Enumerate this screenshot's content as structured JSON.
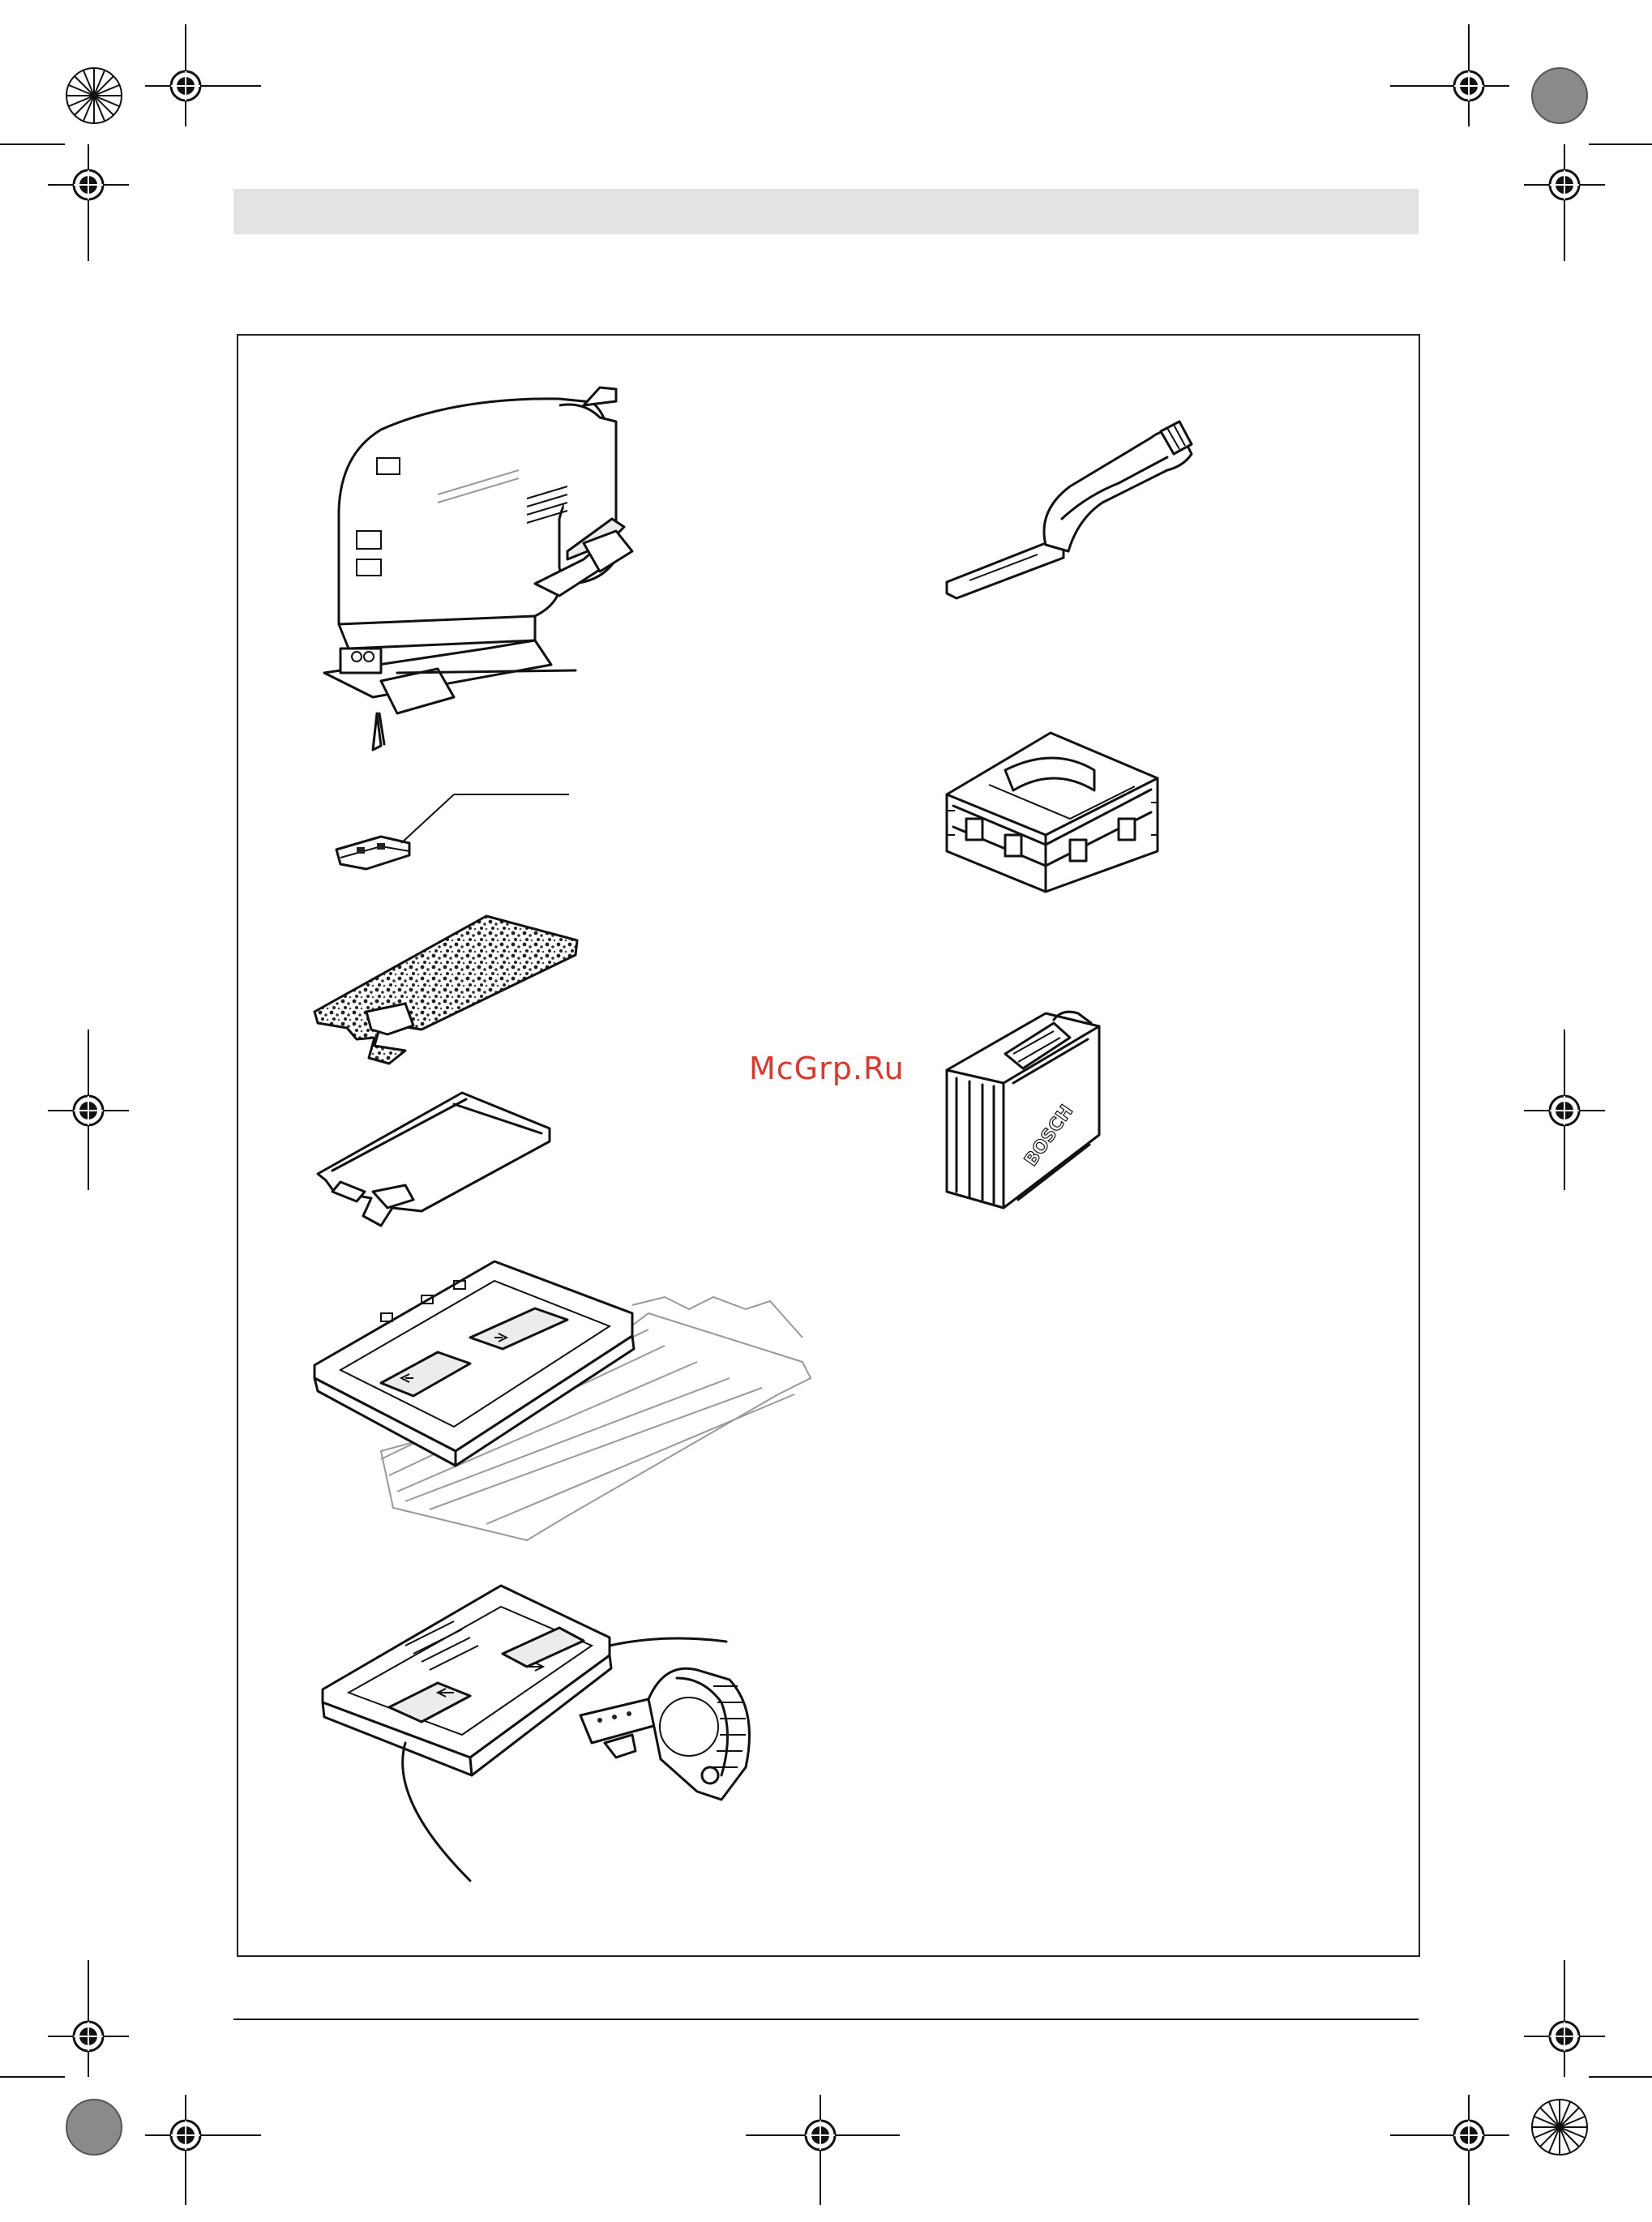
{
  "watermark": "McGrp.Ru",
  "accessories": [
    {
      "id": "jigsaw",
      "icon": "jigsaw-icon"
    },
    {
      "id": "anti-splinter-insert",
      "icon": "anti-splinter-insert-icon"
    },
    {
      "id": "cover-for-footplate",
      "icon": "footplate-cover-icon"
    },
    {
      "id": "sliding-shoe",
      "icon": "sliding-shoe-icon"
    },
    {
      "id": "guide-rail-adapter",
      "icon": "guide-rail-adapter-icon"
    },
    {
      "id": "parallel-guide",
      "icon": "parallel-guide-icon"
    },
    {
      "id": "extraction-adapter",
      "icon": "extraction-adapter-icon"
    },
    {
      "id": "l-boxx-case",
      "icon": "l-boxx-case-icon"
    },
    {
      "id": "carrying-case",
      "icon": "carrying-case-icon"
    }
  ],
  "case_brand_text": "BOSCH",
  "colors": {
    "ink": "#111111",
    "header_gray": "#e3e3e3",
    "watermark_red": "#e0362c"
  }
}
